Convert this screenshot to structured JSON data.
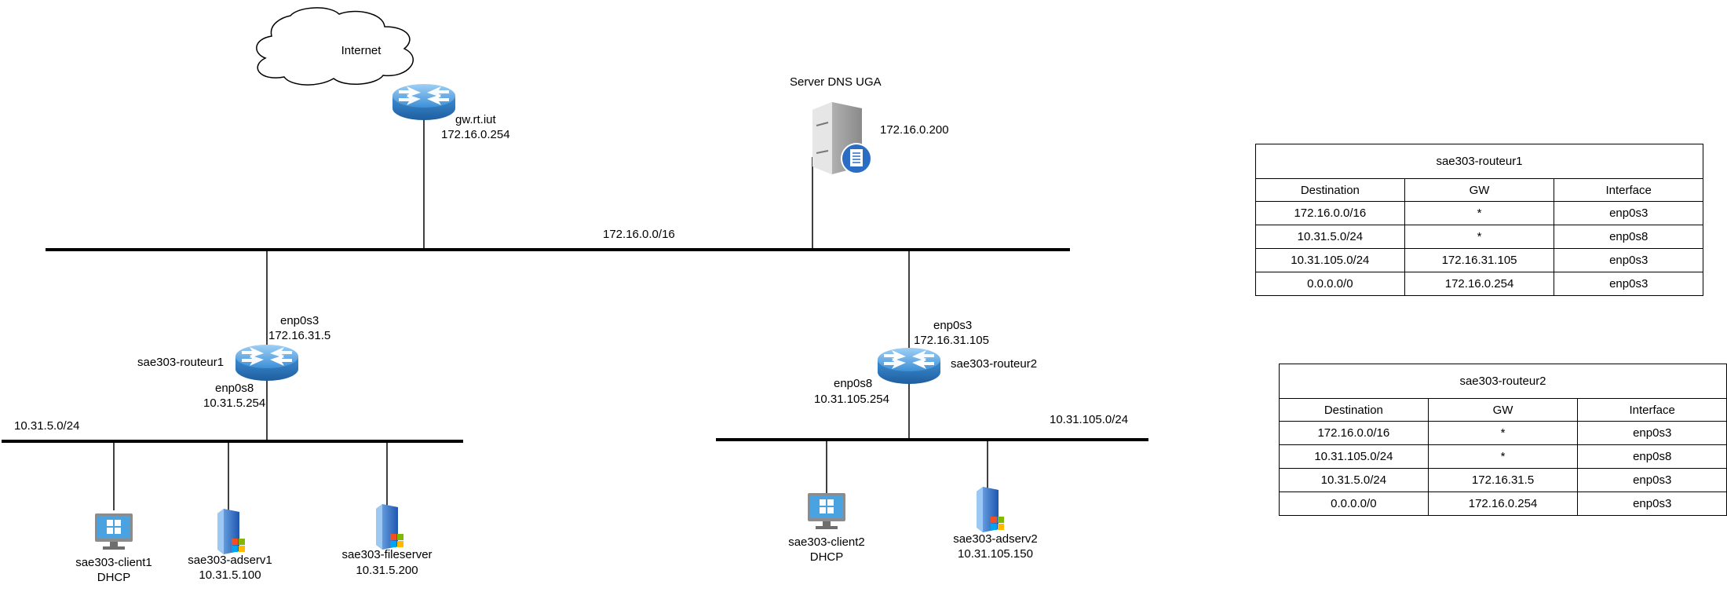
{
  "internet": {
    "label": "Internet"
  },
  "gateway": {
    "name": "gw.rt.iut",
    "ip": "172.16.0.254"
  },
  "dns_server": {
    "name": "Server DNS UGA",
    "ip": "172.16.0.200"
  },
  "networks": {
    "main": "172.16.0.0/16",
    "left": "10.31.5.0/24",
    "right": "10.31.105.0/24"
  },
  "router1": {
    "name": "sae303-routeur1",
    "if_up": "enp0s3",
    "ip_up": "172.16.31.5",
    "if_down": "enp0s8",
    "ip_down": "10.31.5.254"
  },
  "router2": {
    "name": "sae303-routeur2",
    "if_up": "enp0s3",
    "ip_up": "172.16.31.105",
    "if_down": "enp0s8",
    "ip_down": "10.31.105.254"
  },
  "hosts": {
    "client1": {
      "name": "sae303-client1",
      "ip": "DHCP"
    },
    "adserv1": {
      "name": "sae303-adserv1",
      "ip": "10.31.5.100"
    },
    "fileserver": {
      "name": "sae303-fileserver",
      "ip": "10.31.5.200"
    },
    "client2": {
      "name": "sae303-client2",
      "ip": "DHCP"
    },
    "adserv2": {
      "name": "sae303-adserv2",
      "ip": "10.31.105.150"
    }
  },
  "table1": {
    "title": "sae303-routeur1",
    "headers": [
      "Destination",
      "GW",
      "Interface"
    ],
    "rows": [
      [
        "172.16.0.0/16",
        "*",
        "enp0s3"
      ],
      [
        "10.31.5.0/24",
        "*",
        "enp0s8"
      ],
      [
        "10.31.105.0/24",
        "172.16.31.105",
        "enp0s3"
      ],
      [
        "0.0.0.0/0",
        "172.16.0.254",
        "enp0s3"
      ]
    ]
  },
  "table2": {
    "title": "sae303-routeur2",
    "headers": [
      "Destination",
      "GW",
      "Interface"
    ],
    "rows": [
      [
        "172.16.0.0/16",
        "*",
        "enp0s3"
      ],
      [
        "10.31.105.0/24",
        "*",
        "enp0s8"
      ],
      [
        "10.31.5.0/24",
        "172.16.31.5",
        "enp0s3"
      ],
      [
        "0.0.0.0/0",
        "172.16.0.254",
        "enp0s3"
      ]
    ]
  },
  "colors": {
    "router_fill": "#3d8fd6",
    "router_dark": "#1f5e9e",
    "monitor": "#4aa3e0",
    "server_blue": "#2b6cc4"
  }
}
